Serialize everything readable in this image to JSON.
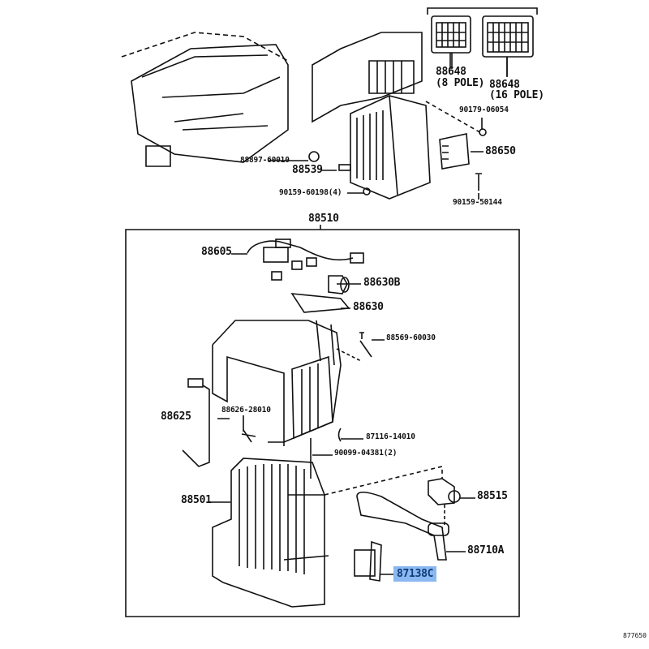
{
  "diagram": {
    "assembly_label": "88510",
    "figure_number": "877650",
    "highlight_color": "#8ab8f0",
    "parts": {
      "p88648_8": {
        "number": "88648",
        "note": "(8 POLE)"
      },
      "p88648_16": {
        "number": "88648",
        "note": "(16 POLE)"
      },
      "p90179": "90179-06054",
      "p88650": "88650",
      "p88897": "88897-60010",
      "p88539": "88539",
      "p90159a": "90159-60198(4)",
      "p90159b": "90159-50144",
      "p88605": "88605",
      "p88630b": "88630B",
      "p88630": "88630",
      "p88569": "88569-60030",
      "p88625": "88625",
      "p88626": "88626-28010",
      "p87116": "87116-14010",
      "p90099": "90099-04381(2)",
      "p88501": "88501",
      "p88515": "88515",
      "p88710a": "88710A",
      "p87138c": "87138C"
    }
  }
}
